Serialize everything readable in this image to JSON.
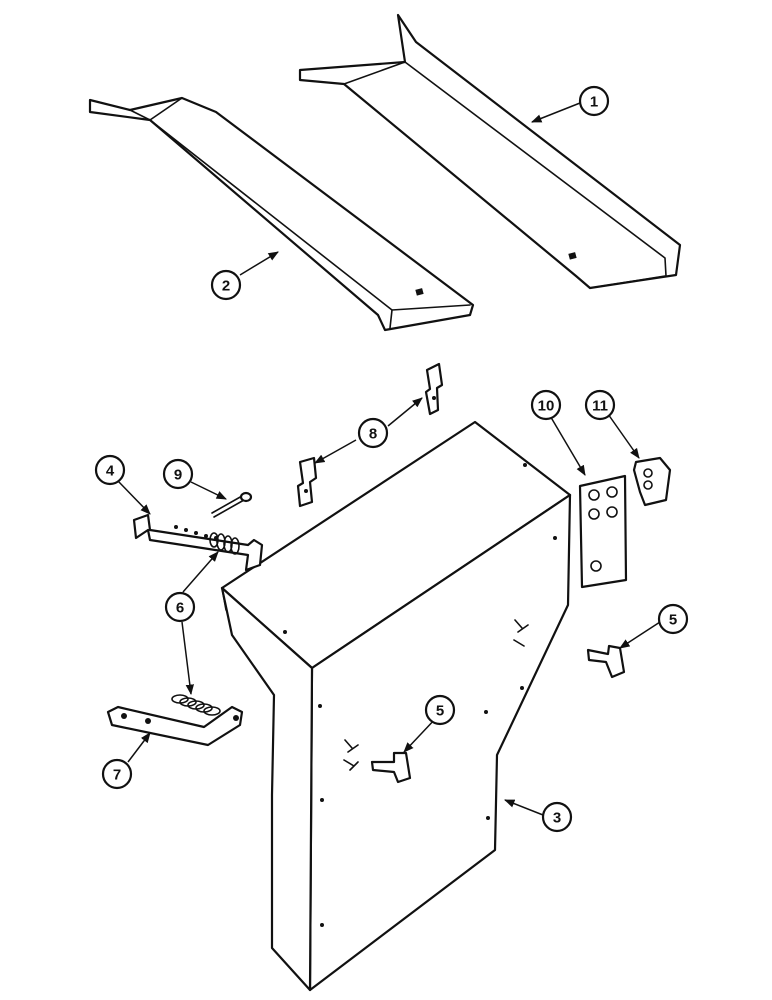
{
  "callouts": [
    {
      "id": "c1",
      "label": "1"
    },
    {
      "id": "c2",
      "label": "2"
    },
    {
      "id": "c3",
      "label": "3"
    },
    {
      "id": "c4",
      "label": "4"
    },
    {
      "id": "c5a",
      "label": "5"
    },
    {
      "id": "c5b",
      "label": "5"
    },
    {
      "id": "c6",
      "label": "6"
    },
    {
      "id": "c7",
      "label": "7"
    },
    {
      "id": "c8",
      "label": "8"
    },
    {
      "id": "c9",
      "label": "9"
    },
    {
      "id": "c10",
      "label": "10"
    },
    {
      "id": "c11",
      "label": "11"
    }
  ]
}
